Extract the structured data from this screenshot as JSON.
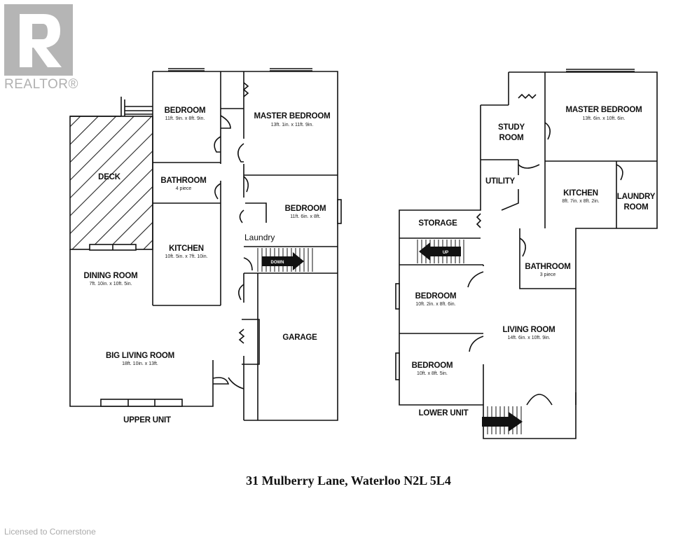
{
  "brand": {
    "logo_text": "REALTOR®"
  },
  "title": "31 Mulberry Lane, Waterloo N2L 5L4",
  "footer": "Licensed to Cornerstone",
  "upper_unit": {
    "label": "UPPER UNIT",
    "rooms": {
      "bedroom": {
        "name": "BEDROOM",
        "dims": "11ft. 9in. x 8ft. 9in."
      },
      "master": {
        "name": "MASTER BEDROOM",
        "dims": "13ft. 1in. x 11ft. 9in."
      },
      "deck": {
        "name": "DECK"
      },
      "bathroom": {
        "name": "BATHROOM",
        "dims": "4 piece"
      },
      "bedroom2": {
        "name": "BEDROOM",
        "dims": "11ft. 6in. x 8ft."
      },
      "laundry": {
        "name": "Laundry"
      },
      "kitchen": {
        "name": "KITCHEN",
        "dims": "10ft. 5in. x 7ft. 10in."
      },
      "dining": {
        "name": "DINING ROOM",
        "dims": "7ft. 10in. x 10ft. 5in."
      },
      "garage": {
        "name": "GARAGE"
      },
      "living": {
        "name": "BIG LIVING ROOM",
        "dims": "18ft. 10in. x 13ft."
      }
    },
    "stairs_label": "DOWN"
  },
  "lower_unit": {
    "label": "LOWER UNIT",
    "rooms": {
      "master": {
        "name": "MASTER BEDROOM",
        "dims": "13ft. 6in. x 10ft. 6in."
      },
      "study": {
        "name": "STUDY ROOM"
      },
      "utility": {
        "name": "UTILITY"
      },
      "kitchen": {
        "name": "KITCHEN",
        "dims": "8ft. 7in. x 8ft. 2in."
      },
      "laundry": {
        "name": "LAUNDRY ROOM"
      },
      "storage": {
        "name": "STORAGE"
      },
      "bathroom": {
        "name": "BATHROOM",
        "dims": "3 piece"
      },
      "bedroom1": {
        "name": "BEDROOM",
        "dims": "10ft. 2in. x 8ft. 6in."
      },
      "living": {
        "name": "LIVING ROOM",
        "dims": "14ft. 6in. x 10ft. 9in."
      },
      "bedroom2": {
        "name": "BEDROOM",
        "dims": "10ft. x 8ft. 5in."
      }
    },
    "stairs_label": "UP"
  }
}
